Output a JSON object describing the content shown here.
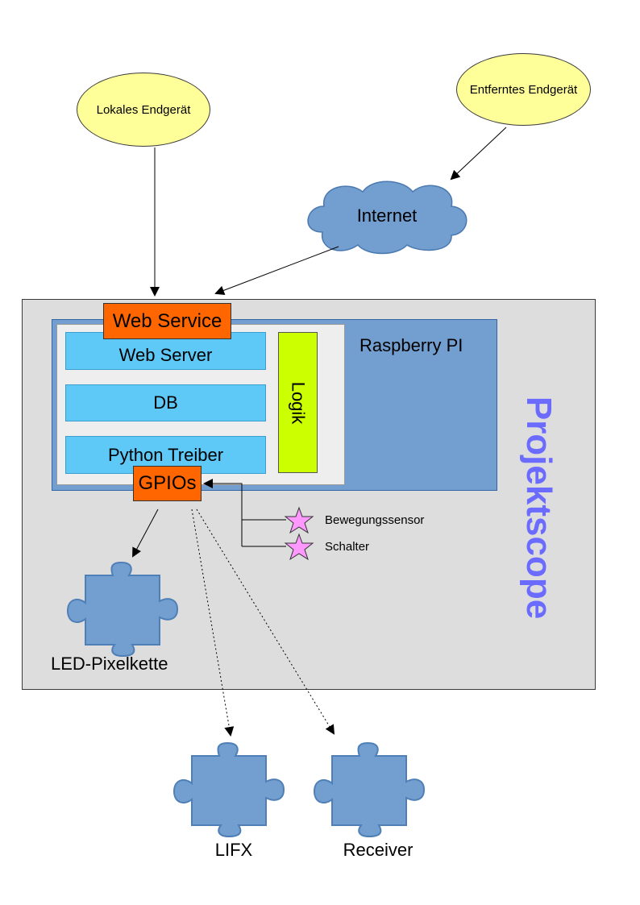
{
  "nodes": {
    "local_device": "Lokales Endgerät",
    "remote_device": "Entferntes Endgerät",
    "internet": "Internet",
    "web_service": "Web Service",
    "web_server": "Web Server",
    "db": "DB",
    "python_driver": "Python Treiber",
    "logic": "Logik",
    "raspberry": "Raspberry PI",
    "gpios": "GPIOs",
    "motion_sensor": "Bewegungssensor",
    "switch": "Schalter",
    "led_chain": "LED-Pixelkette",
    "lifx": "LIFX",
    "receiver": "Receiver",
    "scope": "Projektscope"
  },
  "colors": {
    "ellipse_fill": "#ffff99",
    "cloud_fill": "#729fcf",
    "scope_fill": "#dddddd",
    "rpi_fill": "#729fcf",
    "component_fill": "#5ec8f7",
    "orange": "#ff6600",
    "logic_fill": "#ccff00",
    "star_fill": "#ff99ff",
    "puzzle_fill": "#729fcf",
    "scope_text": "#6b6bff"
  },
  "icons": {
    "sensor": "star-icon",
    "components": "puzzle-piece-icon",
    "internet": "cloud-icon"
  }
}
